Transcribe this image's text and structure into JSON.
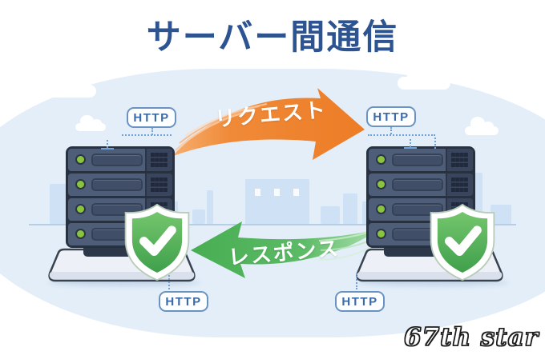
{
  "title": "サーバー間通信",
  "arrows": {
    "request": {
      "label": "リクエスト",
      "color": "#ee7f2b",
      "direction": "left-to-right"
    },
    "response": {
      "label": "レスポンス",
      "color": "#4fb35a",
      "direction": "right-to-left"
    }
  },
  "protocol_badges": {
    "top_left": "HTTP",
    "top_right": "HTTP",
    "bottom_left": "HTTP",
    "bottom_right": "HTTP"
  },
  "watermark": "67th star",
  "colors": {
    "title_text": "#2d5391",
    "background_blob": "#e3eef9",
    "badge_text": "#3b6ba8",
    "badge_border": "#6a93c2",
    "server_body": "#4e5d78",
    "server_outline": "#2b3547",
    "led_green": "#8ac43f",
    "shield_green": "#4fae57",
    "skyline": "#cfe1f4"
  }
}
